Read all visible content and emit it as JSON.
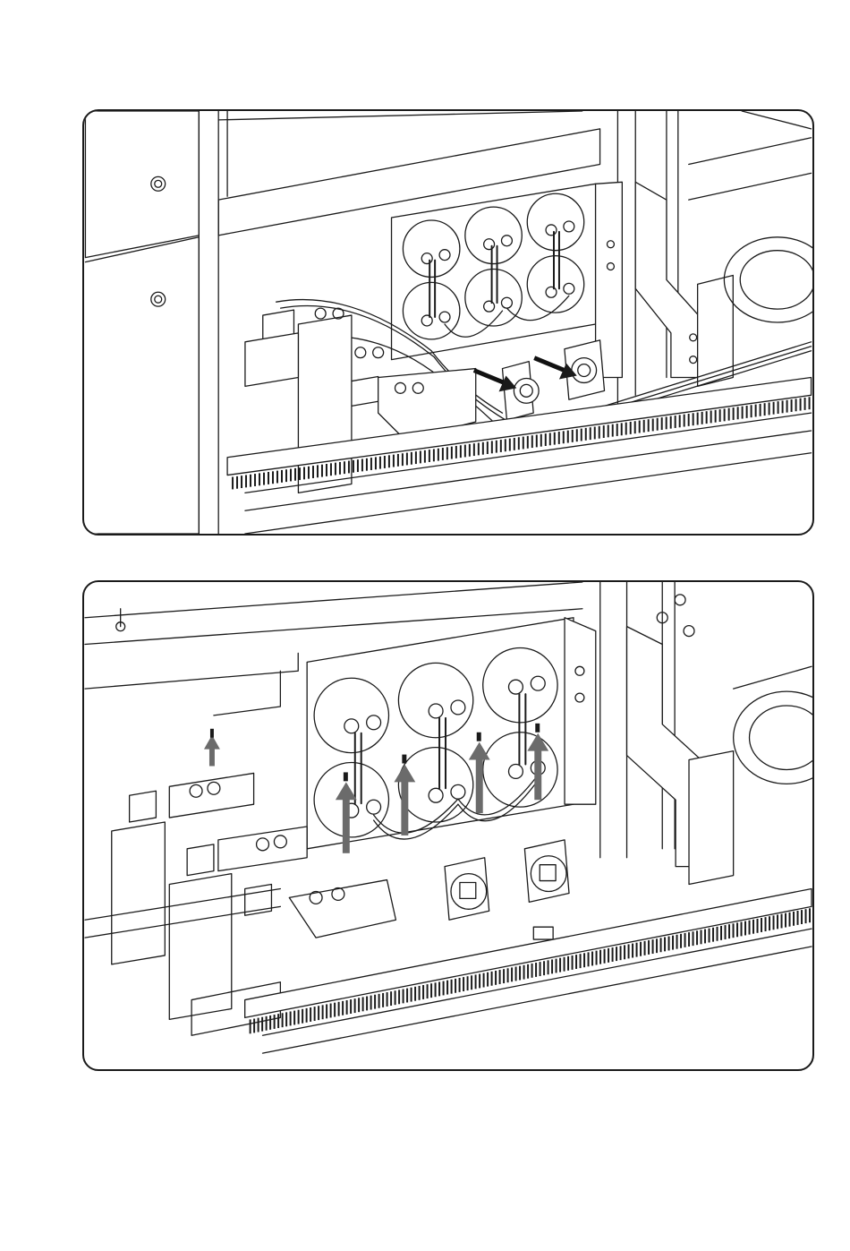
{
  "figure": {
    "panels": [
      {
        "id": "top",
        "arrows": {
          "color": "#111111",
          "count": 2
        }
      },
      {
        "id": "bottom",
        "arrows": {
          "color": "#6b6b6b",
          "count": 5
        }
      }
    ],
    "accent_colors": {
      "line": "#1a1a1a",
      "arrow_dark": "#111111",
      "arrow_grey": "#6b6b6b"
    }
  }
}
